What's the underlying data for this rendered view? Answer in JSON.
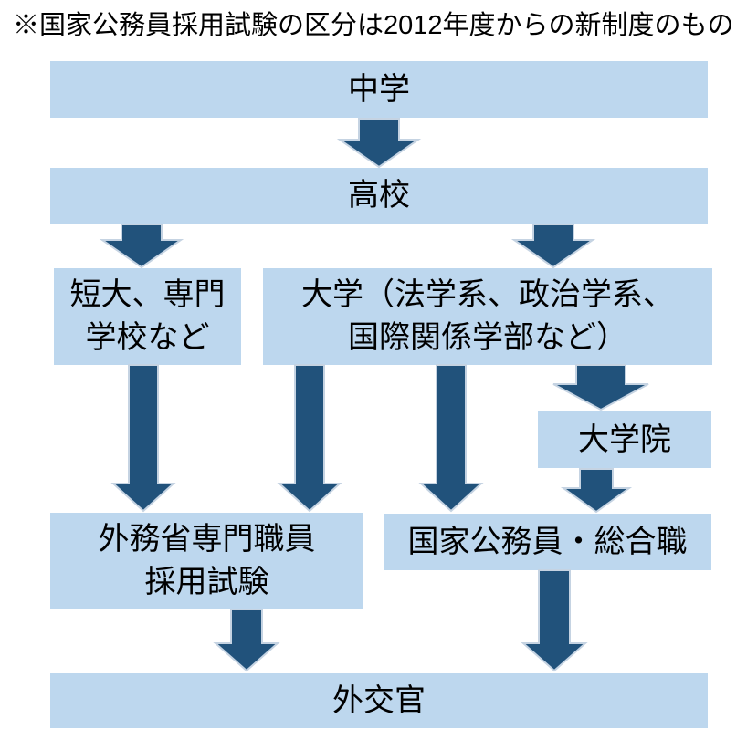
{
  "note": "※国家公務員採用試験の区分は2012年度からの新制度のもの",
  "colors": {
    "box_fill": "#BDD7EE",
    "arrow_fill": "#21527B",
    "arrow_outline": "#C5D3E2",
    "text": "#000000",
    "background": "#FFFFFF"
  },
  "nodes": {
    "junior_high": {
      "label": "中学"
    },
    "high_school": {
      "label": "高校"
    },
    "junior_college": {
      "label": "短大、専門\n学校など"
    },
    "university": {
      "label": "大学（法学系、政治学系、\n国際関係学部など）"
    },
    "graduate_school": {
      "label": "大学院"
    },
    "mofa_exam": {
      "label": "外務省専門職員\n採用試験"
    },
    "national_civil_service": {
      "label": "国家公務員・総合職"
    },
    "diplomat": {
      "label": "外交官"
    }
  },
  "edges": [
    {
      "from": "中学",
      "to": "高校"
    },
    {
      "from": "高校",
      "to": "短大、専門学校など"
    },
    {
      "from": "高校",
      "to": "大学（法学系、政治学系、国際関係学部など）"
    },
    {
      "from": "短大、専門学校など",
      "to": "外務省専門職員採用試験"
    },
    {
      "from": "大学（法学系、政治学系、国際関係学部など）",
      "to": "外務省専門職員採用試験"
    },
    {
      "from": "大学（法学系、政治学系、国際関係学部など）",
      "to": "国家公務員・総合職"
    },
    {
      "from": "大学（法学系、政治学系、国際関係学部など）",
      "to": "大学院"
    },
    {
      "from": "大学院",
      "to": "国家公務員・総合職"
    },
    {
      "from": "外務省専門職員採用試験",
      "to": "外交官"
    },
    {
      "from": "国家公務員・総合職",
      "to": "外交官"
    }
  ]
}
